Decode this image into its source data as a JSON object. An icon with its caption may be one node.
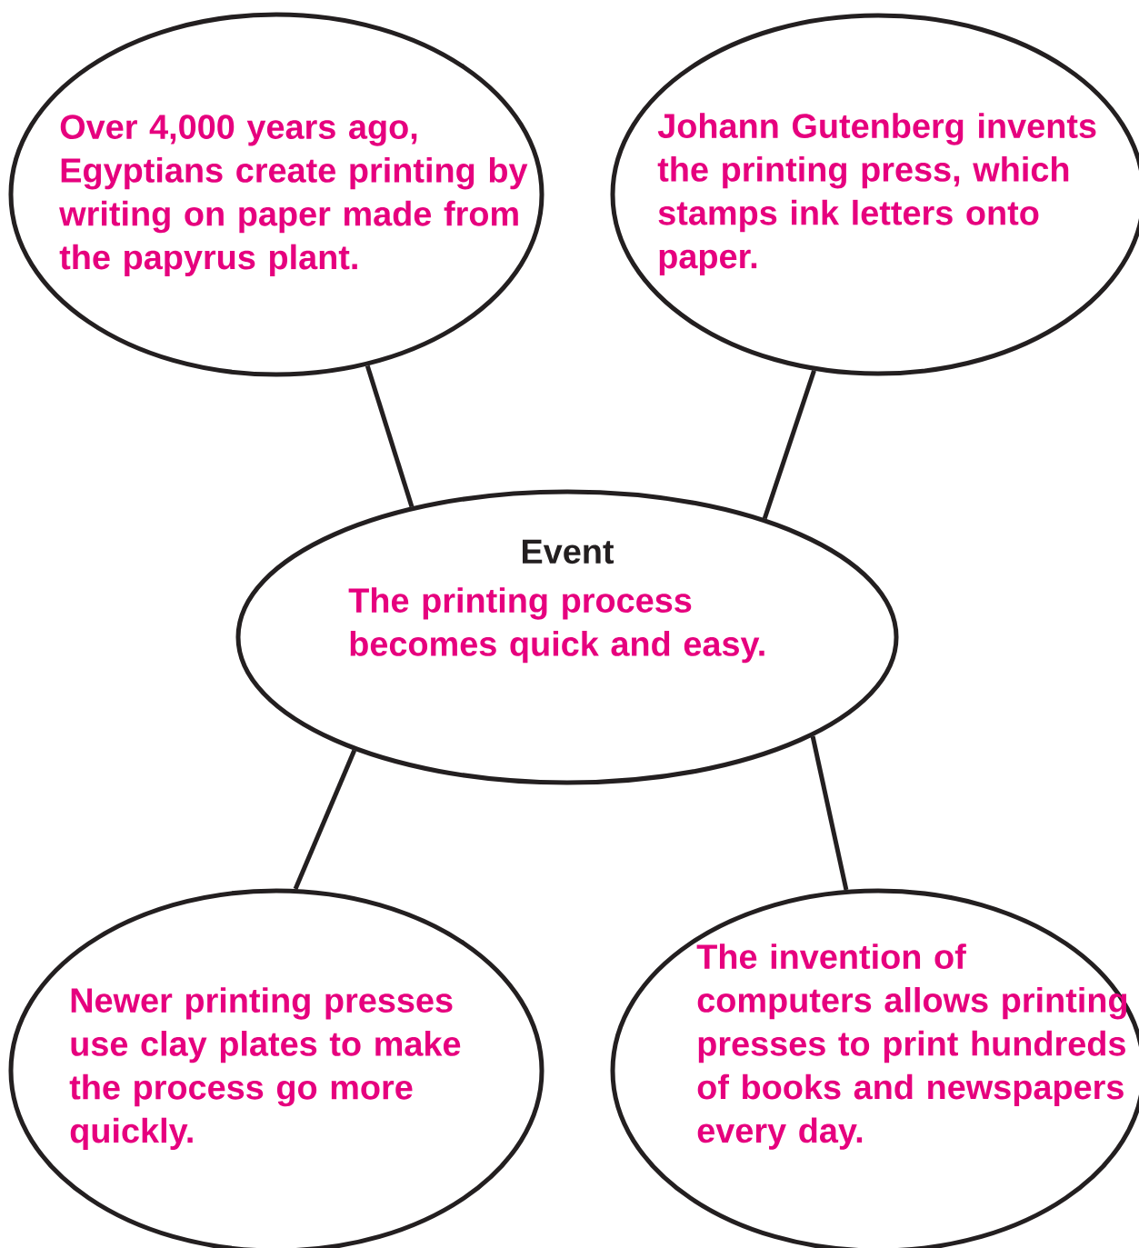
{
  "diagram": {
    "nodes": [
      {
        "text": [
          "Over 4,000 years ago, Egyptians create printing by writing on paper made from the papyrus plant."
        ]
      },
      {
        "text": [
          "Johann Gutenberg invents the printing press, which stamps ink letters onto paper."
        ]
      },
      {
        "text": [
          "Event",
          "The printing process becomes quick and easy."
        ]
      },
      {
        "text": [
          "Newer printing presses use clay plates to make the process go more quickly."
        ]
      },
      {
        "text": [
          "The invention of computers allows printing presses to print hundreds of books and newspapers every day."
        ]
      }
    ],
    "edges": [
      {
        "from": 0,
        "to": 2,
        "arrow": "none"
      },
      {
        "from": 1,
        "to": 2,
        "arrow": "none"
      },
      {
        "from": 2,
        "to": 3,
        "arrow": "none"
      },
      {
        "from": 2,
        "to": 4,
        "arrow": "none"
      }
    ]
  }
}
